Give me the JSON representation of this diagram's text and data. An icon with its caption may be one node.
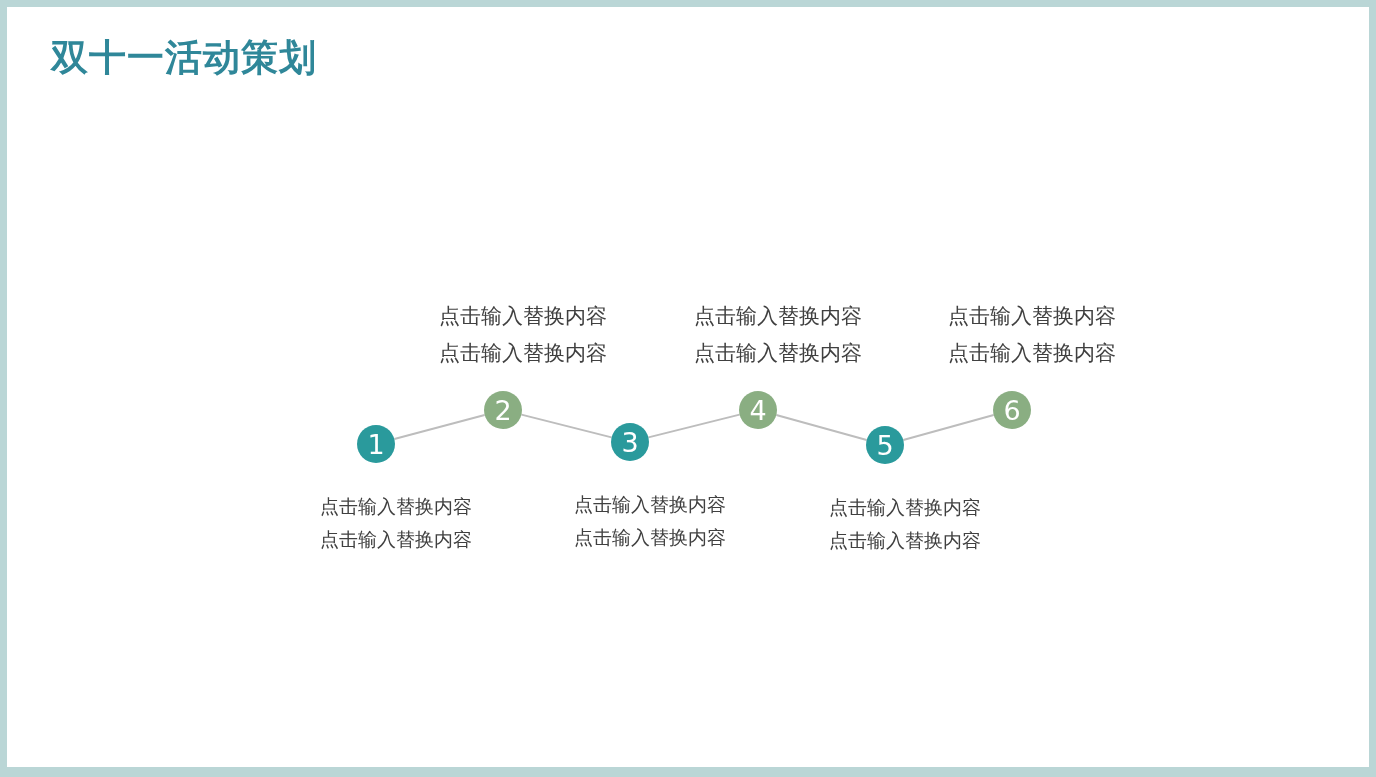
{
  "diagram": {
    "title": "双十一活动策划",
    "nodes": [
      {
        "text": [
          "1"
        ],
        "beside": [
          "点击输入替换内容",
          "点击输入替换内容"
        ]
      },
      {
        "text": [
          "2"
        ],
        "beside": [
          "点击输入替换内容",
          "点击输入替换内容"
        ]
      },
      {
        "text": [
          "3"
        ],
        "beside": [
          "点击输入替换内容",
          "点击输入替换内容"
        ]
      },
      {
        "text": [
          "4"
        ],
        "beside": [
          "点击输入替换内容",
          "点击输入替换内容"
        ]
      },
      {
        "text": [
          "5"
        ],
        "beside": [
          "点击输入替换内容",
          "点击输入替换内容"
        ]
      },
      {
        "text": [
          "6"
        ],
        "beside": [
          "点击输入替换内容",
          "点击输入替换内容"
        ]
      }
    ],
    "edges": [
      {
        "from": 0,
        "to": 1,
        "arrow": "none"
      },
      {
        "from": 1,
        "to": 2,
        "arrow": "none"
      },
      {
        "from": 2,
        "to": 3,
        "arrow": "none"
      },
      {
        "from": 3,
        "to": 4,
        "arrow": "none"
      },
      {
        "from": 4,
        "to": 5,
        "arrow": "none"
      }
    ]
  }
}
